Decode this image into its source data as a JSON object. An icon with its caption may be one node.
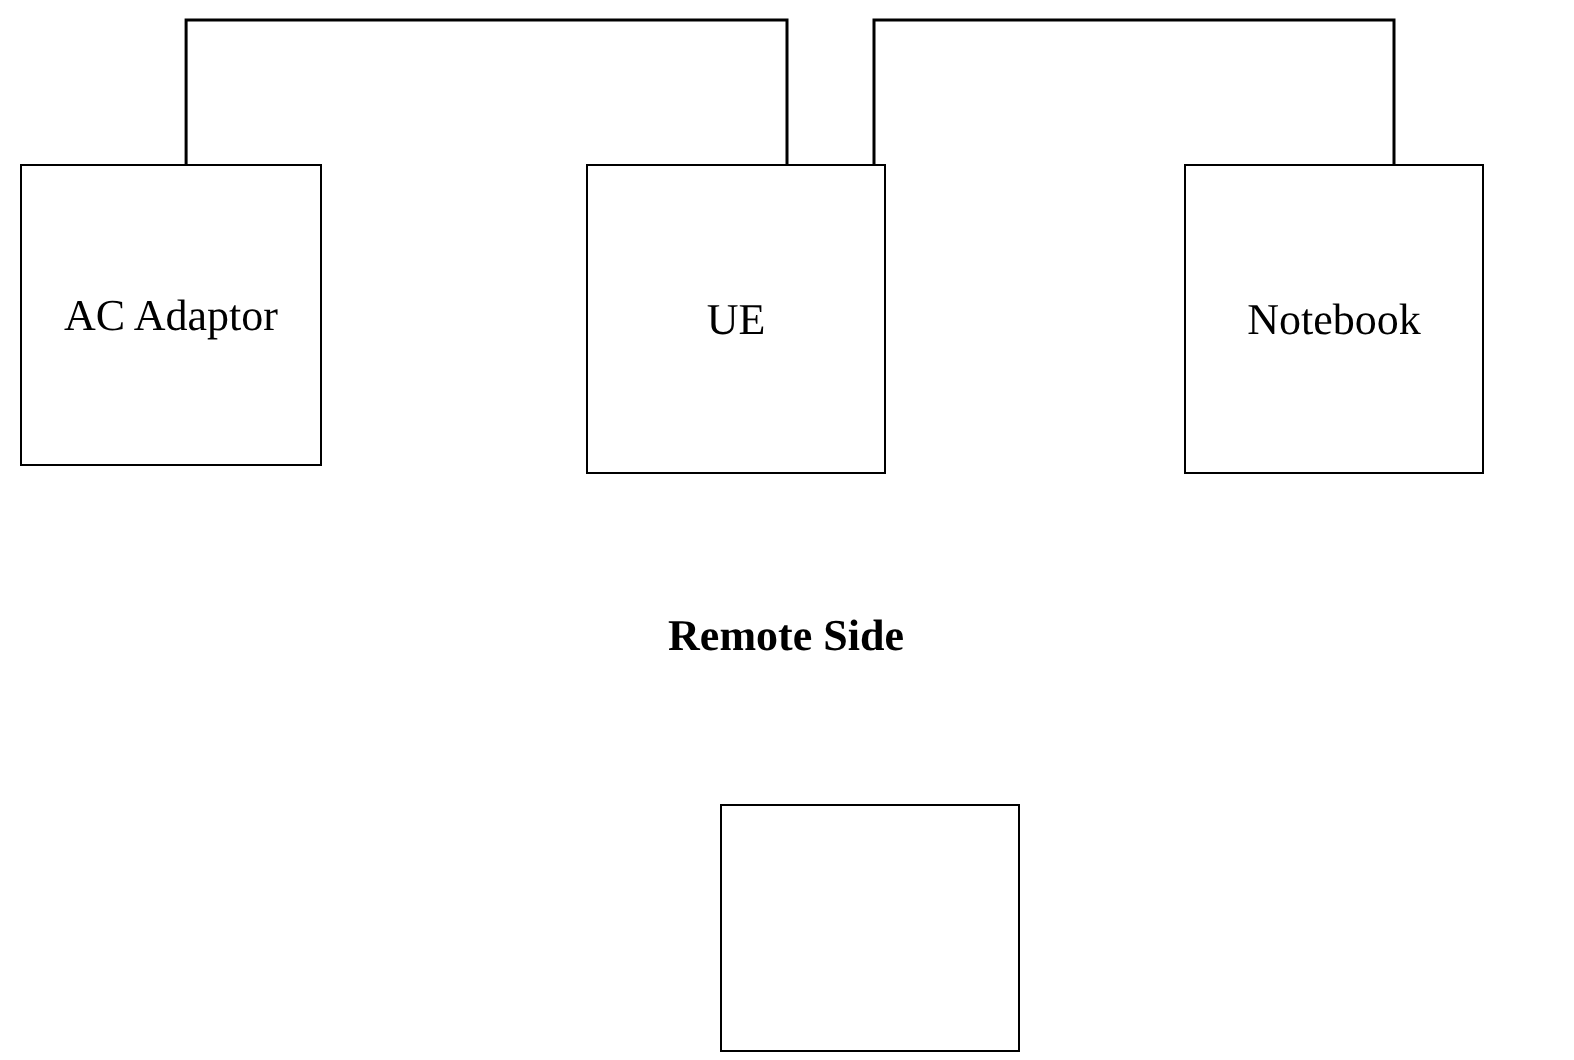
{
  "diagram": {
    "nodes": [
      {
        "text": [
          "AC Adaptor"
        ]
      },
      {
        "text": [
          "UE"
        ]
      },
      {
        "text": [
          "Notebook"
        ]
      },
      {
        "text": [],
        "shape": "box"
      }
    ],
    "edges": [
      {
        "from": 0,
        "to": 1,
        "arrow": "none"
      },
      {
        "from": 1,
        "to": 2,
        "arrow": "none"
      }
    ],
    "labels": [
      "Remote Side"
    ]
  }
}
